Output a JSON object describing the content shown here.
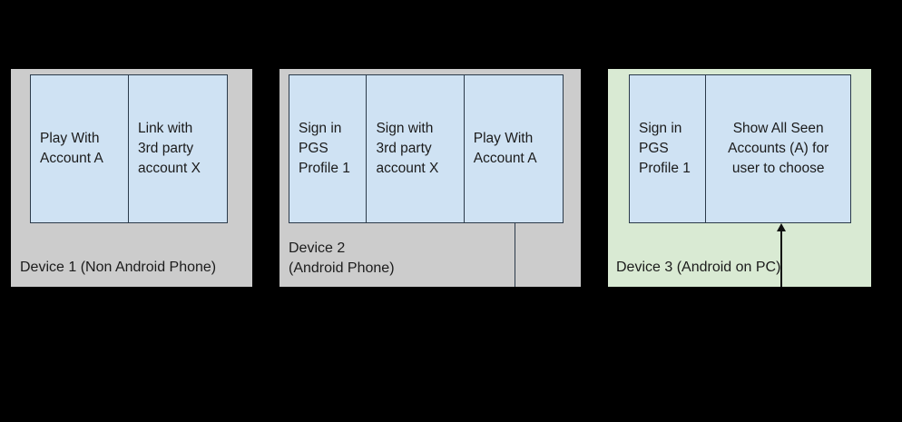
{
  "diagram": {
    "background_color": "#000000",
    "box_fill": "#cfe2f3",
    "box_stroke": "#2b3a4a",
    "panel_gray": "#cccccc",
    "panel_green": "#d9ead3",
    "devices": [
      {
        "id": "device-1",
        "label": "Device 1 (Non Android Phone)",
        "panel_color": "#cccccc",
        "boxes": [
          {
            "text": "Play With\nAccount A",
            "align": "left"
          },
          {
            "text": "Link with\n3rd party\naccount X",
            "align": "left"
          }
        ]
      },
      {
        "id": "device-2",
        "label": "Device 2\n(Android Phone)",
        "panel_color": "#cccccc",
        "boxes": [
          {
            "text": "Sign in\nPGS\nProfile 1",
            "align": "left"
          },
          {
            "text": "Sign with\n3rd party\naccount X",
            "align": "left"
          },
          {
            "text": "Play With\nAccount A",
            "align": "left"
          }
        ]
      },
      {
        "id": "device-3",
        "label": "Device 3 (Android on PC)",
        "panel_color": "#d9ead3",
        "boxes": [
          {
            "text": "Sign in\nPGS\nProfile 1",
            "align": "left"
          },
          {
            "text": "Show All Seen\nAccounts (A) for\nuser to choose",
            "align": "center"
          }
        ]
      }
    ],
    "connectors": [
      {
        "id": "device-2-drop-line",
        "type": "line",
        "arrowhead": false
      },
      {
        "id": "device-3-inbound-arrow",
        "type": "arrow",
        "arrowhead": true,
        "direction": "up"
      }
    ]
  }
}
